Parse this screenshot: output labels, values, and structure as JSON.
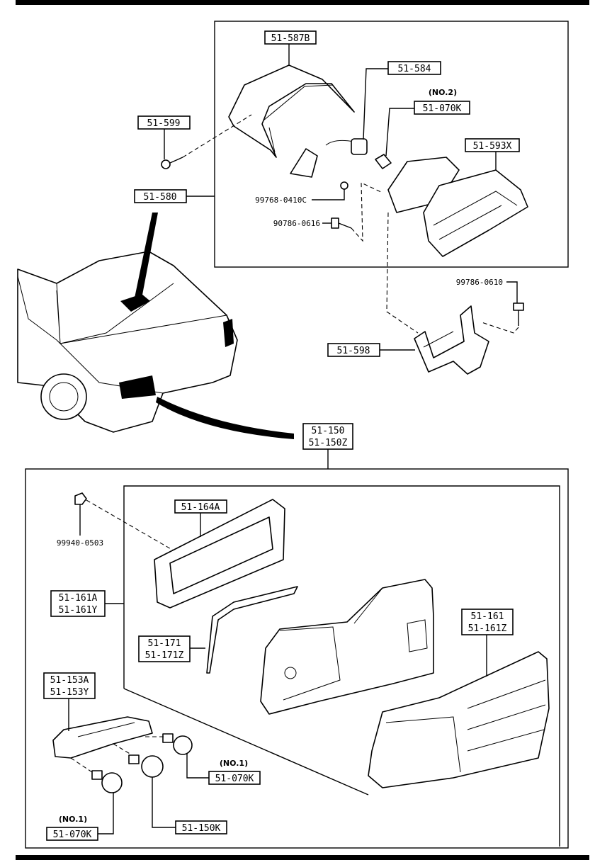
{
  "labels": {
    "hmsl_cover": "51-587B",
    "socket": "51-584",
    "bulb_note_no2": "(NO.2)",
    "bulb_no2": "51-070K",
    "lens_hmsl": "51-593X",
    "screw_599": "51-599",
    "hmsl_assy": "51-580",
    "screw_a": "99768-0410C",
    "screw_b": "90786-0616",
    "bolt": "99786-0610",
    "bracket": "51-598",
    "rear_combo_1": "51-150",
    "rear_combo_2": "51-150Z",
    "gasket": "51-164A",
    "nut": "99940-0503",
    "housing_1": "51-161A",
    "housing_2": "51-161Y",
    "seal_1": "51-171",
    "seal_2": "51-171Z",
    "lens_1": "51-161",
    "lens_2": "51-161Z",
    "socket_1": "51-153A",
    "socket_2": "51-153Y",
    "bulb_note_no1_right": "(NO.1)",
    "bulb_no1_right": "51-070K",
    "bulb_note_no1_left": "(NO.1)",
    "bulb_no1_left": "51-070K",
    "bulb_150": "51-150K"
  }
}
